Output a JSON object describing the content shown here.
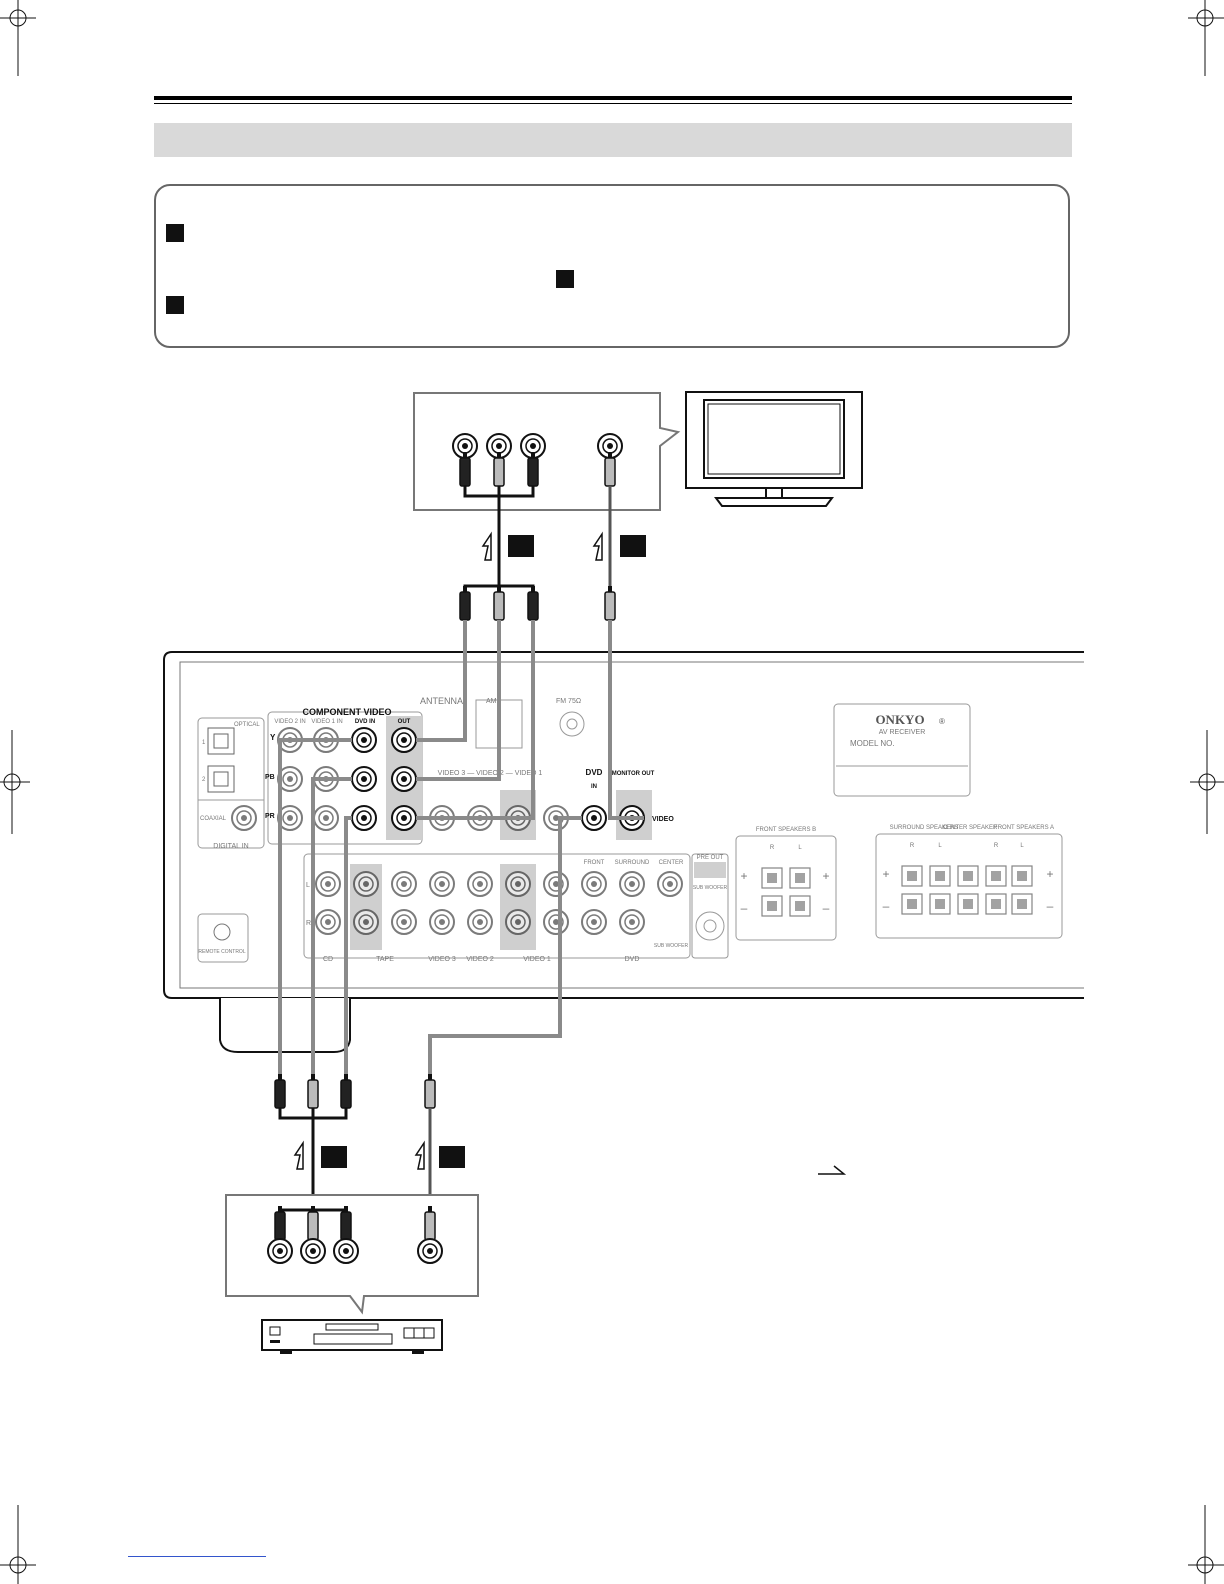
{
  "receiver": {
    "brand": "ONKYO",
    "brand_mark": "®",
    "model_caption": "AV RECEIVER",
    "model_no": "MODEL NO.",
    "component_video": "COMPONENT VIDEO",
    "video2_in": "VIDEO 2 IN",
    "video1_in": "VIDEO 1 IN",
    "dvd_in": "DVD IN",
    "out": "OUT",
    "y": "Y",
    "pb": "PB",
    "pr": "PR",
    "antenna": "ANTENNA",
    "am": "AM",
    "fm": "FM 75Ω",
    "optical": "OPTICAL",
    "opt1": "1",
    "opt2": "2",
    "coaxial": "COAXIAL",
    "digital_in": "DIGITAL IN",
    "remote_control": "REMOTE CONTROL",
    "video_row": "VIDEO 3 — VIDEO 2 — VIDEO 1",
    "dvd": "DVD",
    "in": "IN",
    "monitor_out": "MONITOR OUT",
    "video": "VIDEO",
    "front_speakers_b": "FRONT SPEAKERS B",
    "surround_speakers": "SURROUND SPEAKERS",
    "center_speaker": "CENTER SPEAKER",
    "front_speakers_a": "FRONT SPEAKERS A",
    "r": "R",
    "l": "L",
    "plus": "+",
    "minus": "–",
    "pre_out": "PRE OUT",
    "subwoofer": "SUB WOOFER",
    "front": "FRONT",
    "surround": "SURROUND",
    "center": "CENTER",
    "audio_groups": {
      "cd": "CD",
      "tape": "TAPE",
      "video3": "VIDEO 3",
      "video2": "VIDEO 2",
      "video1": "VIDEO 1",
      "dvd": "DVD"
    }
  }
}
